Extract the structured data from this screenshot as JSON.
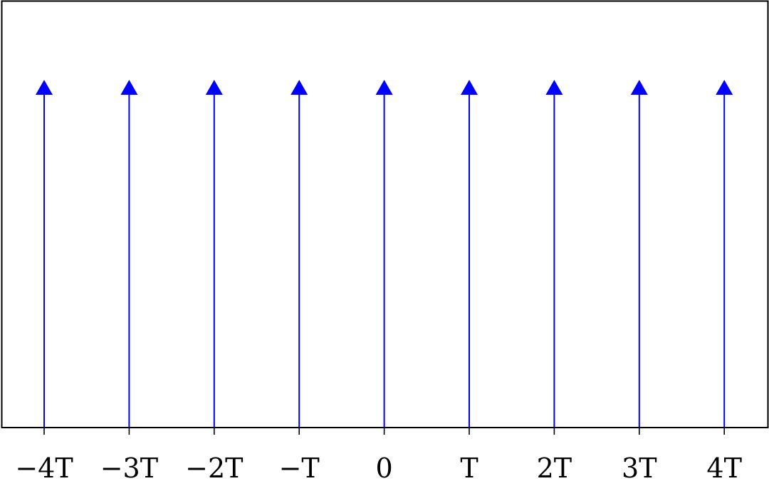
{
  "chart_data": {
    "type": "stem",
    "x": [
      "−4T",
      "−3T",
      "−2T",
      "−T",
      "0",
      "T",
      "2T",
      "3T",
      "4T"
    ],
    "values": [
      1,
      1,
      1,
      1,
      1,
      1,
      1,
      1,
      1
    ],
    "color": "#0000ff",
    "marker": "triangle-up",
    "title": "",
    "xlabel": "",
    "ylabel": "",
    "yticks_visible": false,
    "grid": false,
    "legend": "none"
  }
}
